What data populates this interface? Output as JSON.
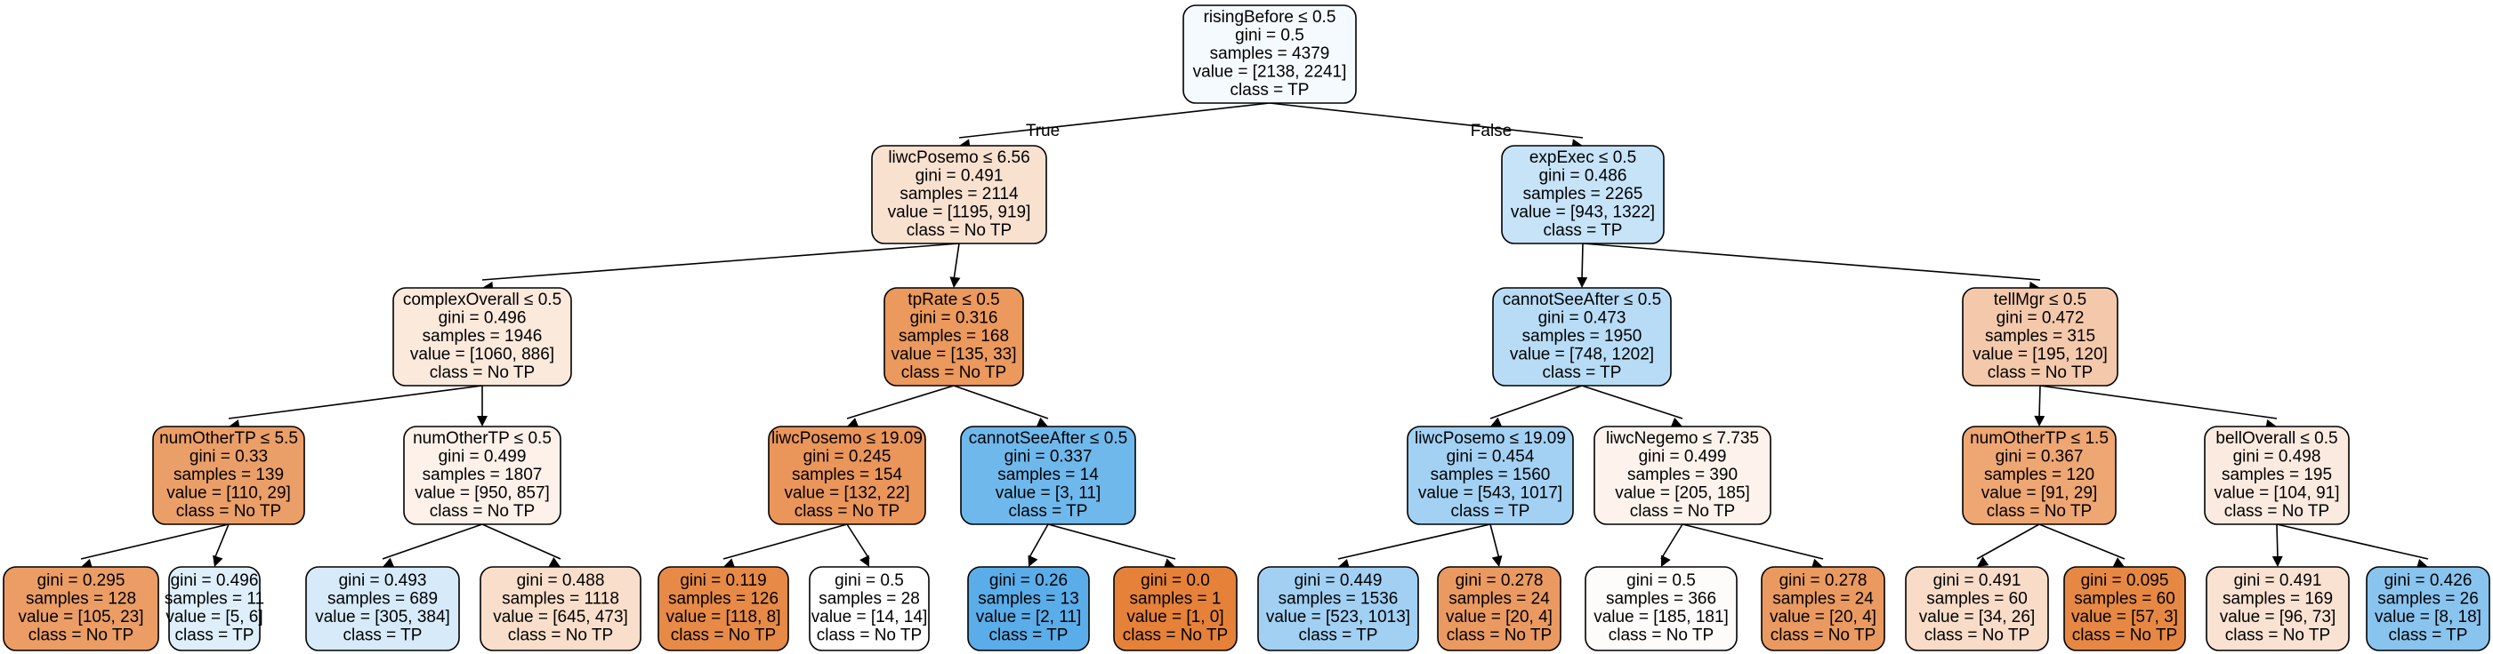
{
  "tree": {
    "edge_labels": {
      "true": "True",
      "false": "False"
    },
    "nodes": [
      {
        "id": "n0",
        "parent": null,
        "fill": "#f5fafe",
        "lines": [
          "risingBefore ≤ 0.5",
          "gini = 0.5",
          "samples = 4379",
          "value = [2138, 2241]",
          "class = TP"
        ]
      },
      {
        "id": "n1",
        "parent": "n0",
        "fill": "#f9e1d0",
        "lines": [
          "liwcPosemo ≤ 6.56",
          "gini = 0.491",
          "samples = 2114",
          "value = [1195, 919]",
          "class = No TP"
        ]
      },
      {
        "id": "n2",
        "parent": "n0",
        "fill": "#c6e3f8",
        "lines": [
          "expExec ≤ 0.5",
          "gini = 0.486",
          "samples = 2265",
          "value = [943, 1322]",
          "class = TP"
        ]
      },
      {
        "id": "n3",
        "parent": "n1",
        "fill": "#fbe9dc",
        "lines": [
          "complexOverall ≤ 0.5",
          "gini = 0.496",
          "samples = 1946",
          "value = [1060, 886]",
          "class = No TP"
        ]
      },
      {
        "id": "n4",
        "parent": "n1",
        "fill": "#eb995d",
        "lines": [
          "tpRate ≤ 0.5",
          "gini = 0.316",
          "samples = 168",
          "value = [135, 33]",
          "class = No TP"
        ]
      },
      {
        "id": "n5",
        "parent": "n2",
        "fill": "#b8dcf6",
        "lines": [
          "cannotSeeAfter ≤ 0.5",
          "gini = 0.473",
          "samples = 1950",
          "value = [748, 1202]",
          "class = TP"
        ]
      },
      {
        "id": "n6",
        "parent": "n2",
        "fill": "#f4c9ab",
        "lines": [
          "tellMgr ≤ 0.5",
          "gini = 0.472",
          "samples = 315",
          "value = [195, 120]",
          "class = No TP"
        ]
      },
      {
        "id": "n7",
        "parent": "n3",
        "fill": "#eb9f68",
        "lines": [
          "numOtherTP ≤ 5.5",
          "gini = 0.33",
          "samples = 139",
          "value = [110, 29]",
          "class = No TP"
        ]
      },
      {
        "id": "n8",
        "parent": "n3",
        "fill": "#fdf1ea",
        "lines": [
          "numOtherTP ≤ 0.5",
          "gini = 0.499",
          "samples = 1807",
          "value = [950, 857]",
          "class = No TP"
        ]
      },
      {
        "id": "n9",
        "parent": "n4",
        "fill": "#ea955a",
        "lines": [
          "liwcPosemo ≤ 19.09",
          "gini = 0.245",
          "samples = 154",
          "value = [132, 22]",
          "class = No TP"
        ]
      },
      {
        "id": "n10",
        "parent": "n4",
        "fill": "#6fb8ec",
        "lines": [
          "cannotSeeAfter ≤ 0.5",
          "gini = 0.337",
          "samples = 14",
          "value = [3, 11]",
          "class = TP"
        ]
      },
      {
        "id": "n11",
        "parent": "n5",
        "fill": "#a3d1f3",
        "lines": [
          "liwcPosemo ≤ 19.09",
          "gini = 0.454",
          "samples = 1560",
          "value = [543, 1017]",
          "class = TP"
        ]
      },
      {
        "id": "n12",
        "parent": "n5",
        "fill": "#fdf3ec",
        "lines": [
          "liwcNegemo ≤ 7.735",
          "gini = 0.499",
          "samples = 390",
          "value = [205, 185]",
          "class = No TP"
        ]
      },
      {
        "id": "n13",
        "parent": "n6",
        "fill": "#eea673",
        "lines": [
          "numOtherTP ≤ 1.5",
          "gini = 0.367",
          "samples = 120",
          "value = [91, 29]",
          "class = No TP"
        ]
      },
      {
        "id": "n14",
        "parent": "n6",
        "fill": "#fbeadf",
        "lines": [
          "bellOverall ≤ 0.5",
          "gini = 0.498",
          "samples = 195",
          "value = [104, 91]",
          "class = No TP"
        ]
      },
      {
        "id": "n15",
        "parent": "n7",
        "fill": "#eb9d65",
        "lines": [
          "gini = 0.295",
          "samples = 128",
          "value = [105, 23]",
          "class = No TP"
        ]
      },
      {
        "id": "n16",
        "parent": "n7",
        "fill": "#deeffb",
        "lines": [
          "gini = 0.496",
          "samples = 11",
          "value = [5, 6]",
          "class = TP"
        ]
      },
      {
        "id": "n17",
        "parent": "n8",
        "fill": "#d6eafa",
        "lines": [
          "gini = 0.493",
          "samples = 689",
          "value = [305, 384]",
          "class = TP"
        ]
      },
      {
        "id": "n18",
        "parent": "n8",
        "fill": "#f9dfcb",
        "lines": [
          "gini = 0.488",
          "samples = 1118",
          "value = [645, 473]",
          "class = No TP"
        ]
      },
      {
        "id": "n19",
        "parent": "n9",
        "fill": "#e78a47",
        "lines": [
          "gini = 0.119",
          "samples = 126",
          "value = [118, 8]",
          "class = No TP"
        ]
      },
      {
        "id": "n20",
        "parent": "n9",
        "fill": "#ffffff",
        "lines": [
          "gini = 0.5",
          "samples = 28",
          "value = [14, 14]",
          "class = No TP"
        ]
      },
      {
        "id": "n21",
        "parent": "n10",
        "fill": "#5aade9",
        "lines": [
          "gini = 0.26",
          "samples = 13",
          "value = [2, 11]",
          "class = TP"
        ]
      },
      {
        "id": "n22",
        "parent": "n10",
        "fill": "#e58139",
        "lines": [
          "gini = 0.0",
          "samples = 1",
          "value = [1, 0]",
          "class = No TP"
        ]
      },
      {
        "id": "n23",
        "parent": "n11",
        "fill": "#a1d0f3",
        "lines": [
          "gini = 0.449",
          "samples = 1536",
          "value = [523, 1013]",
          "class = TP"
        ]
      },
      {
        "id": "n24",
        "parent": "n11",
        "fill": "#ea9a61",
        "lines": [
          "gini = 0.278",
          "samples = 24",
          "value = [20, 4]",
          "class = No TP"
        ]
      },
      {
        "id": "n25",
        "parent": "n12",
        "fill": "#fefcfa",
        "lines": [
          "gini = 0.5",
          "samples = 366",
          "value = [185, 181]",
          "class = No TP"
        ]
      },
      {
        "id": "n26",
        "parent": "n12",
        "fill": "#ea9a61",
        "lines": [
          "gini = 0.278",
          "samples = 24",
          "value = [20, 4]",
          "class = No TP"
        ]
      },
      {
        "id": "n27",
        "parent": "n13",
        "fill": "#f8dcc8",
        "lines": [
          "gini = 0.491",
          "samples = 60",
          "value = [34, 26]",
          "class = No TP"
        ]
      },
      {
        "id": "n28",
        "parent": "n13",
        "fill": "#e68844",
        "lines": [
          "gini = 0.095",
          "samples = 60",
          "value = [57, 3]",
          "class = No TP"
        ]
      },
      {
        "id": "n29",
        "parent": "n14",
        "fill": "#f9e2d2",
        "lines": [
          "gini = 0.491",
          "samples = 169",
          "value = [96, 73]",
          "class = No TP"
        ]
      },
      {
        "id": "n30",
        "parent": "n14",
        "fill": "#89c4ef",
        "lines": [
          "gini = 0.426",
          "samples = 26",
          "value = [8, 18]",
          "class = TP"
        ]
      }
    ]
  }
}
